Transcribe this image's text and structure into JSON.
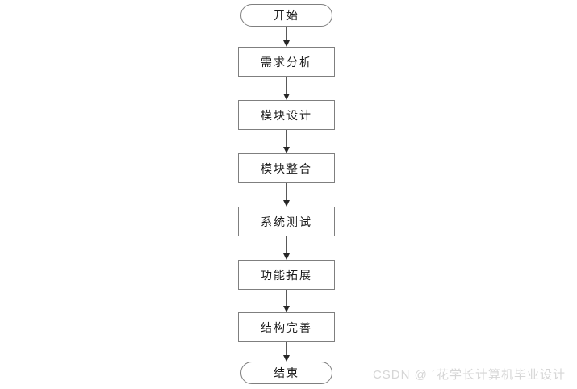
{
  "flowchart": {
    "title": "development-process-flowchart",
    "nodes": [
      {
        "id": "start",
        "type": "terminator",
        "label": "开始"
      },
      {
        "id": "requirements-analysis",
        "type": "process",
        "label": "需求分析"
      },
      {
        "id": "module-design",
        "type": "process",
        "label": "模块设计"
      },
      {
        "id": "module-integration",
        "type": "process",
        "label": "模块整合"
      },
      {
        "id": "system-testing",
        "type": "process",
        "label": "系统测试"
      },
      {
        "id": "function-expansion",
        "type": "process",
        "label": "功能拓展"
      },
      {
        "id": "structure-improvement",
        "type": "process",
        "label": "结构完善"
      },
      {
        "id": "end",
        "type": "terminator",
        "label": "结束"
      }
    ],
    "edges": [
      {
        "from": "start",
        "to": "requirements-analysis"
      },
      {
        "from": "requirements-analysis",
        "to": "module-design"
      },
      {
        "from": "module-design",
        "to": "module-integration"
      },
      {
        "from": "module-integration",
        "to": "system-testing"
      },
      {
        "from": "system-testing",
        "to": "function-expansion"
      },
      {
        "from": "function-expansion",
        "to": "structure-improvement"
      },
      {
        "from": "structure-improvement",
        "to": "end"
      }
    ]
  },
  "watermark": {
    "text": "CSDN @ ´花学长计算机毕业设计"
  },
  "colors": {
    "background": "#ffffff",
    "node_border": "#7f7f7f",
    "node_text": "#1a1a1a",
    "arrow_line": "#595959",
    "arrow_head": "#262626",
    "watermark_text": "#d6d6d6"
  }
}
